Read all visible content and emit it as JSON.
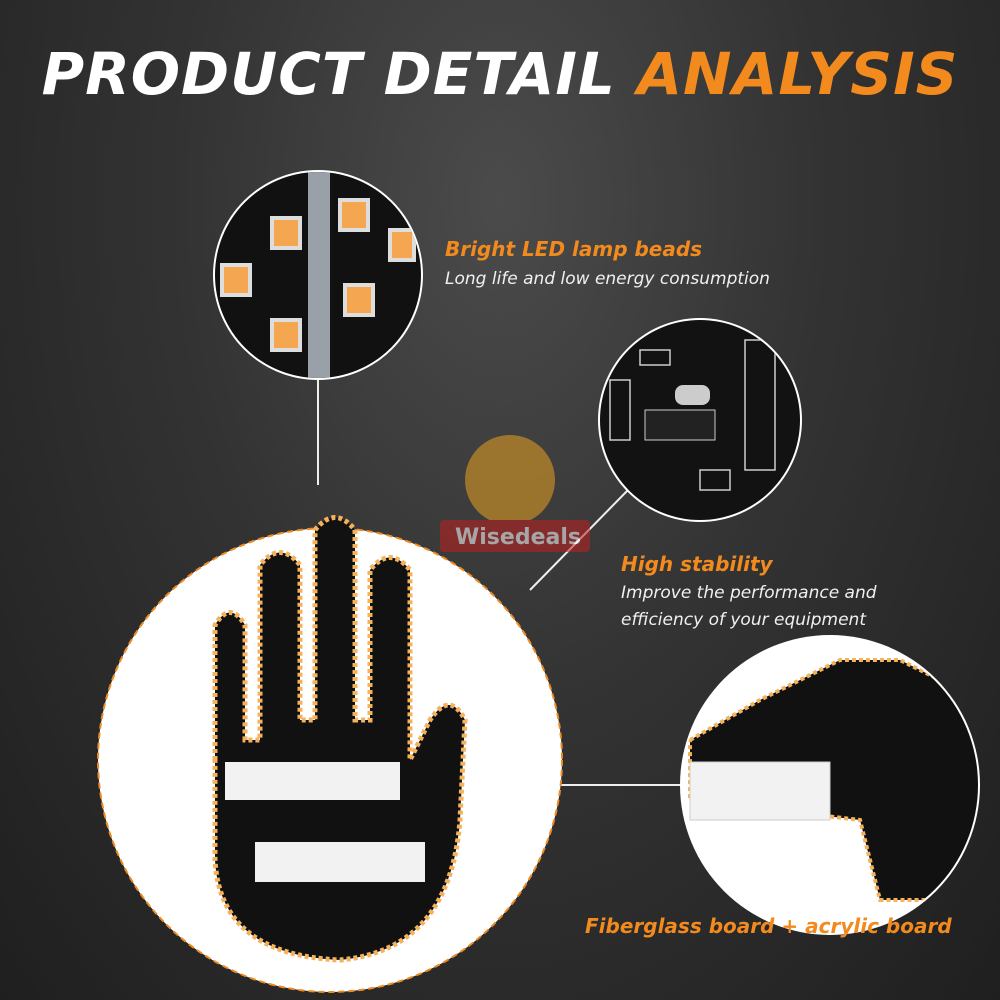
{
  "title": {
    "part1": "PRODUCT DETAIL",
    "part2": "ANALYSIS"
  },
  "features": [
    {
      "heading": "Bright LED lamp beads",
      "lines": [
        "Long life and low energy consumption"
      ]
    },
    {
      "heading": "High stability",
      "lines": [
        "Improve the performance and",
        "efficiency of your equipment"
      ]
    },
    {
      "heading": "Fiberglass board + acrylic board",
      "lines": []
    }
  ],
  "watermark": "Wisedeals",
  "colors": {
    "accent": "#f28a1e",
    "led": "#f5b25a",
    "board": "#111111"
  }
}
